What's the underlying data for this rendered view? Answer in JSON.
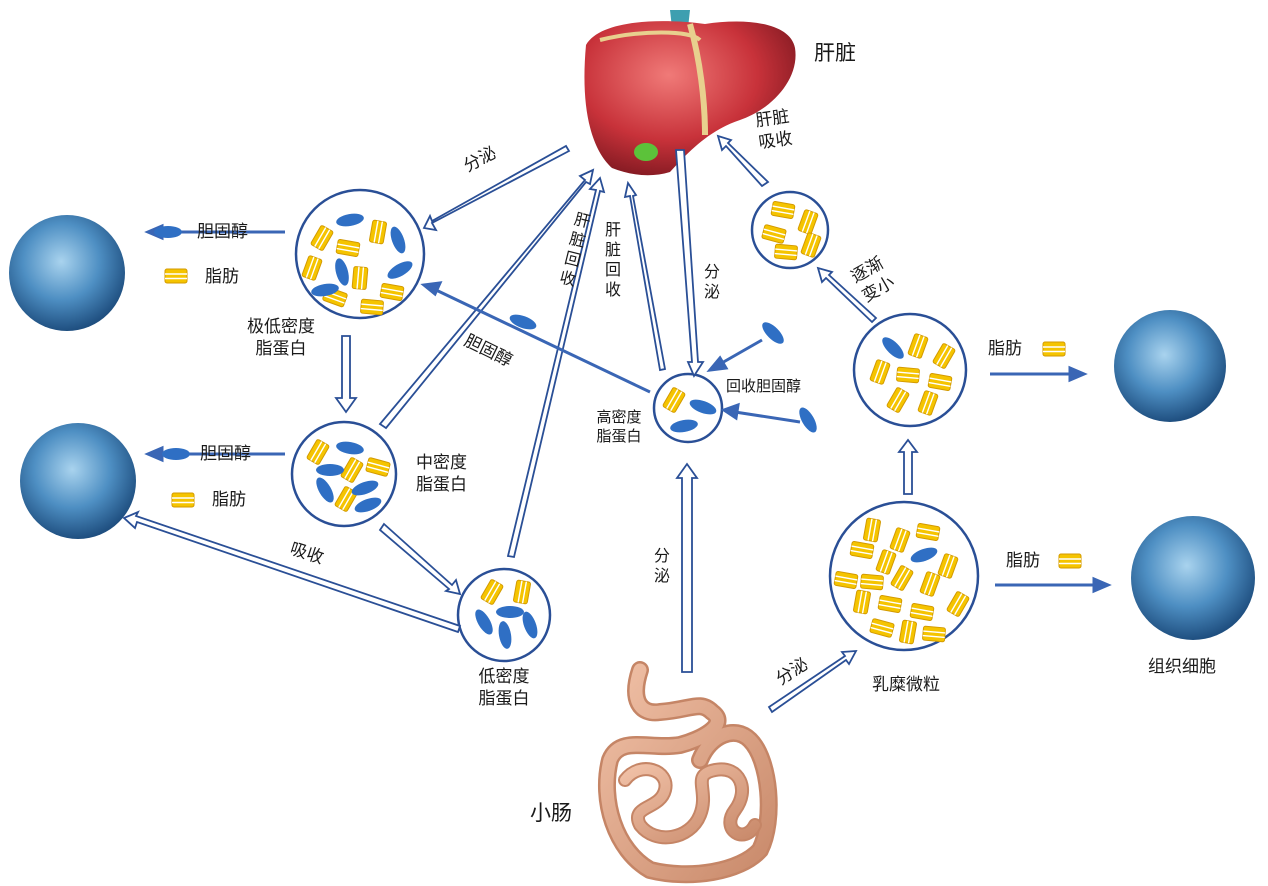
{
  "organs": {
    "liver": "肝脏",
    "intestine": "小肠",
    "tissue_cell": "组织细胞"
  },
  "particles": {
    "vldl": [
      "极低密度",
      "脂蛋白"
    ],
    "idl": [
      "中密度",
      "脂蛋白"
    ],
    "ldl": [
      "低密度",
      "脂蛋白"
    ],
    "hdl": [
      "高密度",
      "脂蛋白"
    ],
    "chylomicron": "乳糜微粒"
  },
  "arrows": {
    "secrete": "分泌",
    "liver_recover": "肝脏回收",
    "liver_absorb": [
      "肝脏",
      "吸收"
    ],
    "shrink": [
      "逐渐",
      "变小"
    ],
    "absorb": "吸收",
    "recover_cholesterol": "回收胆固醇",
    "cholesterol": "胆固醇",
    "fat": "脂肪"
  },
  "colors": {
    "arrow": "#2a4f96",
    "fat_block": "#f5c400",
    "cholesterol": "#2f6fc4",
    "liver": "#c8323a",
    "intestine": "#e2a487",
    "cell": "#3c7fb5"
  }
}
